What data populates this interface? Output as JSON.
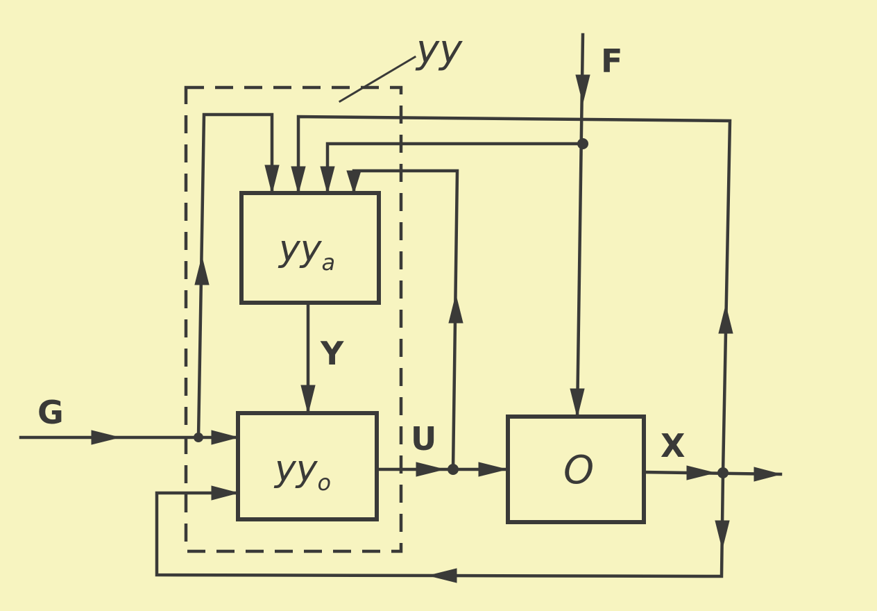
{
  "controller_label": "уу",
  "block_adaptive": {
    "main": "уу",
    "sub": "a"
  },
  "block_basic": {
    "main": "уу",
    "sub": "o"
  },
  "block_object": "O",
  "signals": {
    "setpoint": "G",
    "disturbance": "F",
    "adaptation": "Y",
    "control": "U",
    "output": "X"
  },
  "colors": {
    "paper": "#f7f4c0",
    "ink": "#3a3a38"
  }
}
